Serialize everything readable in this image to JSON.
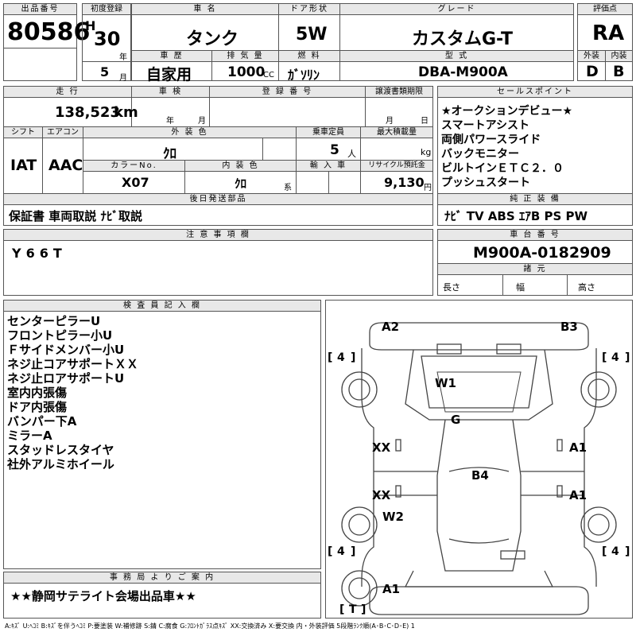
{
  "top": {
    "lot_label": "出品番号",
    "lot": "80586",
    "first_reg_label": "初度登録",
    "era": "H",
    "year_num": "30",
    "year_unit": "年",
    "month_num": "5",
    "month_unit": "月",
    "name_label": "車 名",
    "name": "タンク",
    "door_label": "ドア形状",
    "door": "5W",
    "grade_label": "グレード",
    "grade": "カスタムG-T",
    "score_label": "評価点",
    "score": "RA",
    "history_label": "車 歴",
    "history": "自家用",
    "displacement_label": "排 気 量",
    "displacement": "1000",
    "cc": "CC",
    "fuel_label": "燃 料",
    "fuel": "ｶﾞｿﾘﾝ",
    "model_label": "型 式",
    "model": "DBA-M900A",
    "exterior_label": "外装",
    "exterior": "D",
    "interior_label": "内装",
    "interior": "B"
  },
  "mid": {
    "mileage_label": "走 行",
    "mileage": "138,523",
    "mileage_unit": "km",
    "inspection_label": "車 検",
    "insp_year": "年",
    "insp_month": "月",
    "regno_label": "登 録 番 号",
    "transfer_label": "譲渡書類期限",
    "tr_month": "月",
    "tr_day": "日",
    "shift_label": "シフト",
    "shift": "IAT",
    "aircon_label": "エアコン",
    "aircon": "AAC",
    "ext_color_label": "外 装 色",
    "ext_color": "ｸﾛ",
    "capacity_label": "乗車定員",
    "capacity": "5",
    "capacity_unit": "人",
    "maxload_label": "最大積載量",
    "maxload_unit": "kg",
    "color_no_label": "カラーNo.",
    "color_no": "X07",
    "int_color_label": "内 装 色",
    "int_color": "ｸﾛ",
    "int_color_unit": "系",
    "import_label": "輸 入 車",
    "recycle_label": "リサイクル預託金",
    "recycle": "9,130",
    "recycle_unit": "円",
    "later_label": "後日発送部品",
    "later": "保証書 車両取説 ﾅﾋﾞ取説",
    "sales_label": "セールスポイント",
    "sales": [
      "★オークションデビュー★",
      "スマートアシスト",
      "両側パワースライド",
      "バックモニター",
      "ビルトインＥＴＣ２．０",
      "プッシュスタート"
    ],
    "equip_label": "純 正 装 備",
    "equip": "ﾅﾋﾞ TV ABS ｴｱB PS PW"
  },
  "notes": {
    "label": "注 意 事 項 欄",
    "text": "Y66T"
  },
  "chassis": {
    "label": "車 台 番 号",
    "number": "M900A-0182909",
    "dims_label": "諸 元",
    "length": "長さ",
    "width": "幅",
    "height": "高さ"
  },
  "inspector": {
    "label": "検 査 員 記 入 欄",
    "lines": [
      "センターピラーU",
      "フロントピラー小U",
      "Ｆサイドメンバー小U",
      "ネジ止コアサポートＸＸ",
      "ネジ止ロアサポートU",
      "室内内張傷",
      "ドア内張傷",
      "バンパー下A",
      "ミラーA",
      "スタッドレスタイヤ",
      "社外アルミホイール"
    ]
  },
  "office": {
    "label": "事 務 局 よ り ご 案 内",
    "text": "★★静岡サテライト会場出品車★★"
  },
  "diagram": {
    "marks": [
      "A2",
      "B3",
      "W1",
      "G",
      "XX",
      "A1",
      "XX",
      "A1",
      "B4",
      "W2",
      "A1"
    ],
    "tread": [
      "4",
      "4",
      "4",
      "4"
    ],
    "tire_bracket_l": "[",
    "tire_bracket_r": "]",
    "spare": "T"
  },
  "legend": "A:ｷｽﾞ U:ﾍｺﾐ B:ｷｽﾞを伴うﾍｺﾐ P:要塗装 W:補修跡 S:錆 C:腐食 G:ﾌﾛﾝﾄｶﾞﾗｽ点ｷｽﾞ XX:交換済み X:要交換 内・外装評価 5段階ﾗﾝｸ順(A･B･C･D･E) 1"
}
